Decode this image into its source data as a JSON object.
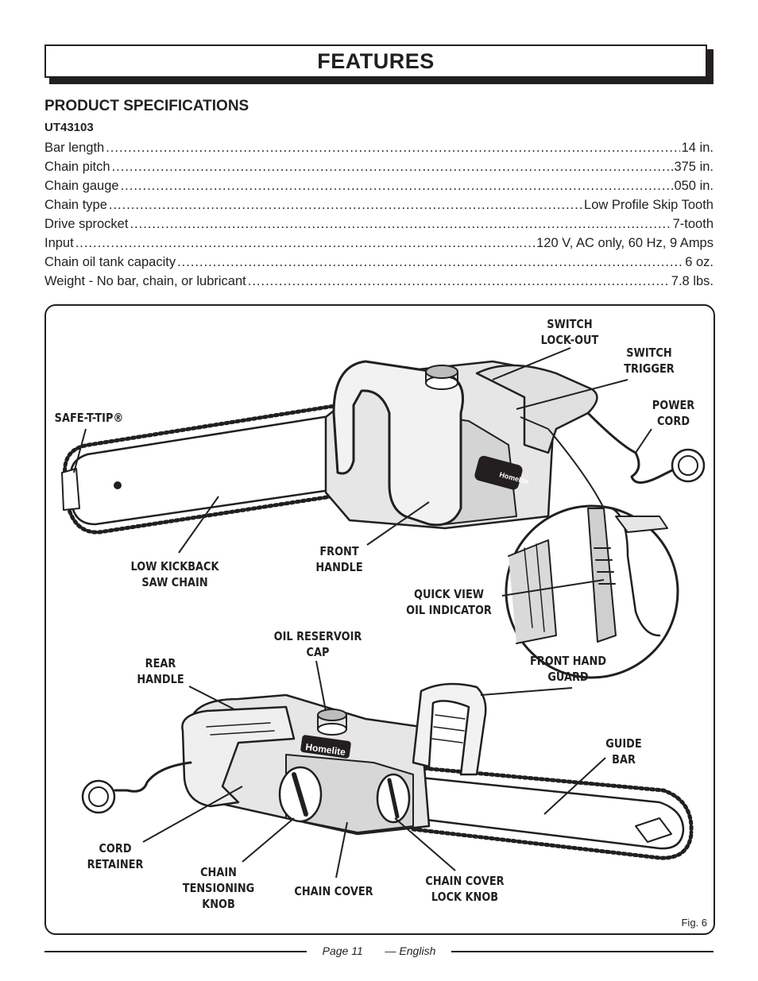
{
  "header": {
    "title": "FEATURES"
  },
  "specifications": {
    "heading": "PRODUCT SPECIFICATIONS",
    "model": "UT43103",
    "rows": [
      {
        "label": "Bar length",
        "value": "14 in."
      },
      {
        "label": "Chain pitch",
        "value": ".375 in."
      },
      {
        "label": "Chain gauge",
        "value": ".050 in."
      },
      {
        "label": "Chain type",
        "value": "Low Profile Skip Tooth"
      },
      {
        "label": "Drive sprocket",
        "value": "7-tooth"
      },
      {
        "label": "Input",
        "value": "120 V, AC only, 60 Hz, 9 Amps"
      },
      {
        "label": "Chain oil tank capacity",
        "value": "6 oz."
      },
      {
        "label": "Weight - No bar, chain, or lubricant",
        "value": "7.8 lbs."
      }
    ]
  },
  "figure": {
    "callouts": {
      "switch_lock_out": "SWITCH\nLOCK-OUT",
      "switch_trigger": "SWITCH\nTRIGGER",
      "power_cord": "POWER\nCORD",
      "safe_t_tip": "SAFE-T-TIP®",
      "low_kickback_saw_chain": "LOW KICKBACK\nSAW CHAIN",
      "front_handle": "FRONT\nHANDLE",
      "quick_view_oil_indicator": "QUICK VIEW\nOIL INDICATOR",
      "oil_reservoir_cap": "OIL RESERVOIR\nCAP",
      "rear_handle": "REAR\nHANDLE",
      "front_hand_guard": "FRONT HAND\nGUARD",
      "guide_bar": "GUIDE\nBAR",
      "cord_retainer": "CORD\nRETAINER",
      "chain_tensioning_knob": "CHAIN\nTENSIONING\nKNOB",
      "chain_cover": "CHAIN COVER",
      "chain_cover_lock_knob": "CHAIN COVER\nLOCK KNOB"
    },
    "brand_logo": "Homelite",
    "caption": "Fig. 6"
  },
  "footer": {
    "page": "Page 11",
    "language": "— English"
  },
  "colors": {
    "ink": "#231f20",
    "paper": "#ffffff",
    "body_gray": "#d9d9d9"
  }
}
